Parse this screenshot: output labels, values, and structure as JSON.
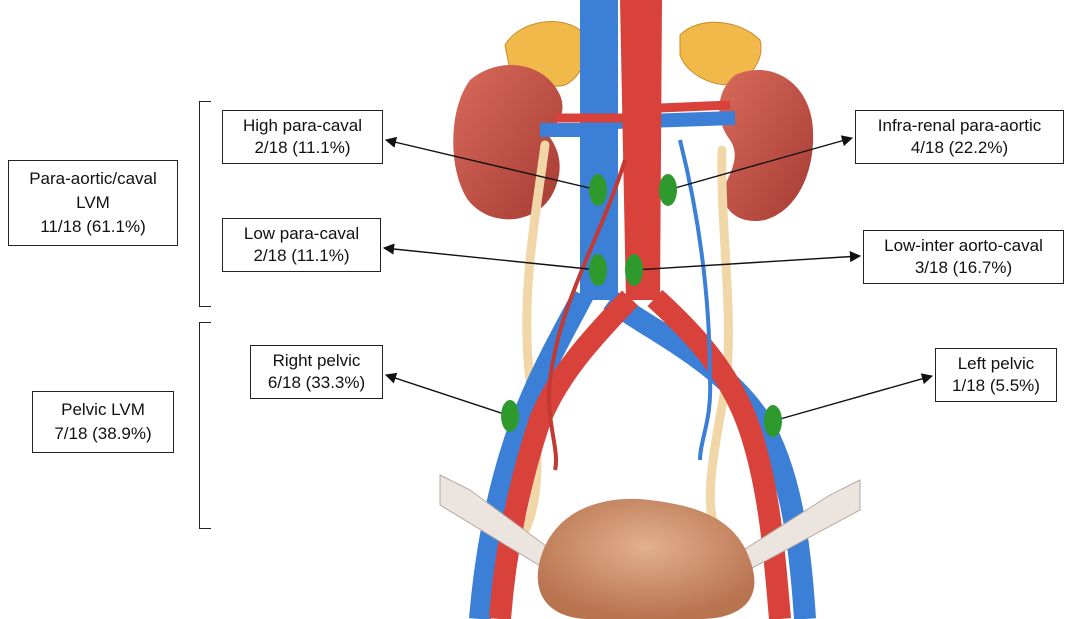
{
  "groups": {
    "para_aortic": {
      "line1": "Para-aortic/caval",
      "line2": "LVM",
      "line3": "11/18 (61.1%)"
    },
    "pelvic": {
      "line1": "Pelvic LVM",
      "line2": "7/18 (38.9%)"
    }
  },
  "sites": {
    "high_para_caval": {
      "name": "High para-caval",
      "stat": "2/18 (11.1%)"
    },
    "low_para_caval": {
      "name": "Low para-caval",
      "stat": "2/18 (11.1%)"
    },
    "right_pelvic": {
      "name": "Right pelvic",
      "stat": "6/18 (33.3%)"
    },
    "infra_renal_para_aortic": {
      "name": "Infra-renal para-aortic",
      "stat": "4/18 (22.2%)"
    },
    "low_inter_aorto_caval": {
      "name": "Low-inter aorto-caval",
      "stat": "3/18 (16.7%)"
    },
    "left_pelvic": {
      "name": "Left pelvic",
      "stat": "1/18 (5.5%)"
    }
  },
  "colors": {
    "marker": "#2e9a2e",
    "artery": "#d9423b",
    "vein": "#3b7fd6",
    "kidney": "#b9483d",
    "adrenal": "#f1b94a",
    "ureter": "#f1d7a8",
    "bladder": "#c98761"
  }
}
